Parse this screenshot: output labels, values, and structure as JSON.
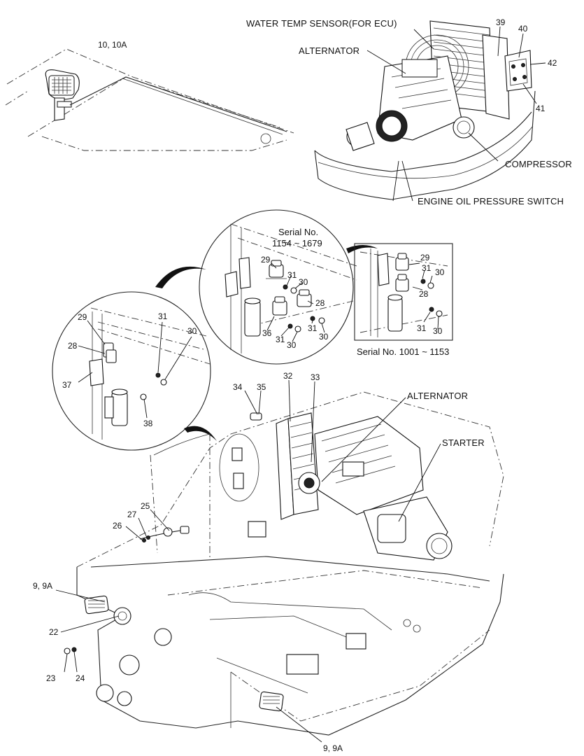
{
  "labels": {
    "water_temp_sensor": "WATER TEMP SENSOR(FOR ECU)",
    "alternator_top": "ALTERNATOR",
    "compressor": "COMPRESSOR",
    "engine_oil_pressure_switch": "ENGINE OIL PRESSURE SWITCH",
    "alternator_bottom": "ALTERNATOR",
    "starter": "STARTER",
    "serial_a": "Serial No.",
    "serial_a_range": "1154 ~ 1679",
    "serial_b": "Serial No. 1001 ~ 1153"
  },
  "callouts": {
    "c10": "10, 10A",
    "c39": "39",
    "c40": "40",
    "c42": "42",
    "c41": "41",
    "d29": "29",
    "d31": "31",
    "d30": "30",
    "d28": "28",
    "d36": "36",
    "d31b": "31",
    "d30b": "30",
    "d31c": "31",
    "d30c": "30",
    "e29": "29",
    "e31": "31",
    "e30": "30",
    "e28": "28",
    "e31b": "31",
    "e30b": "30",
    "f29": "29",
    "f28": "28",
    "f37": "37",
    "f31": "31",
    "f30": "30",
    "f38": "38",
    "c34": "34",
    "c35": "35",
    "c32": "32",
    "c33": "33",
    "c25": "25",
    "c27": "27",
    "c26": "26",
    "c9a": "9, 9A",
    "c22": "22",
    "c23": "23",
    "c24": "24",
    "c9b": "9, 9A"
  }
}
